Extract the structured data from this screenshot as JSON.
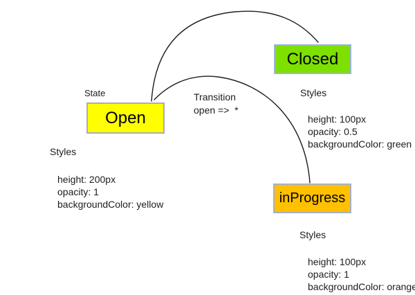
{
  "diagram": {
    "state_label": "State",
    "transition": {
      "title": "Transition",
      "rule": "open =>  *"
    },
    "edge_color": "#1c1c1c",
    "nodes": [
      {
        "id": "open",
        "label": "Open",
        "fill": "#ffff00",
        "border": "#ababbc",
        "styles": {
          "heading": "Styles",
          "lines": [
            "height: 200px",
            "opacity: 1",
            "backgroundColor: yellow"
          ]
        }
      },
      {
        "id": "closed",
        "label": "Closed",
        "fill": "#7de000",
        "border": "#9fb2d8",
        "styles": {
          "heading": "Styles",
          "lines": [
            "height: 100px",
            "opacity: 0.5",
            "backgroundColor: green"
          ]
        }
      },
      {
        "id": "inProgress",
        "label": "inProgress",
        "fill": "#ffc000",
        "border": "#a8b0c4",
        "styles": {
          "heading": "Styles",
          "lines": [
            "height: 100px",
            "opacity: 1",
            "backgroundColor: orange"
          ]
        }
      }
    ]
  }
}
